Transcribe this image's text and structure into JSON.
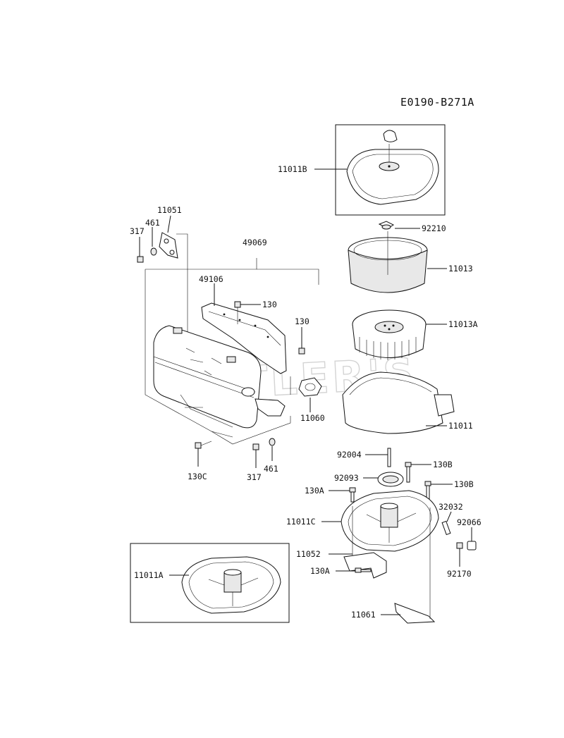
{
  "diagram_code": "E0190-B271A",
  "watermark": "CUTLER'S",
  "parts": {
    "p11011B": "11011B",
    "p92210": "92210",
    "p11013": "11013",
    "p11013A": "11013A",
    "p11011": "11011",
    "p92004": "92004",
    "p130B_1": "130B",
    "p92093": "92093",
    "p130B_2": "130B",
    "p130A_1": "130A",
    "p32032": "32032",
    "p11011C": "11011C",
    "p92066": "92066",
    "p11052": "11052",
    "p130A_2": "130A",
    "p92170": "92170",
    "p11061": "11061",
    "p11011A": "11011A",
    "p11051": "11051",
    "p461_1": "461",
    "p317_1": "317",
    "p49069": "49069",
    "p49106": "49106",
    "p130_1": "130",
    "p130_2": "130",
    "p11060": "11060",
    "p130C": "130C",
    "p317_2": "317",
    "p461_2": "461"
  }
}
